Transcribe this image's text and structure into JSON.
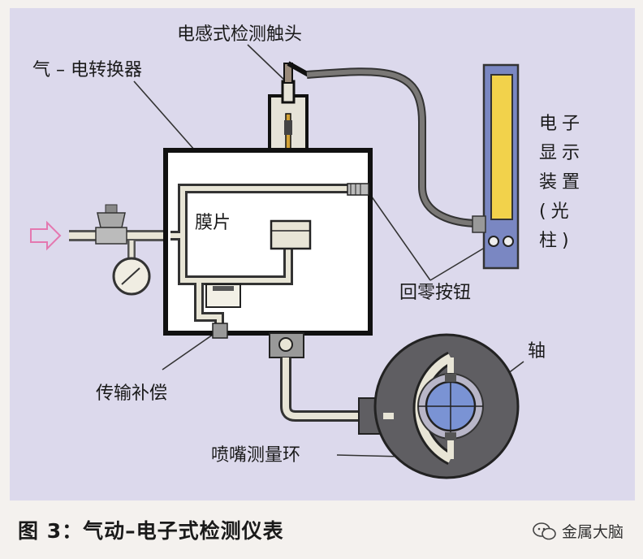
{
  "labels": {
    "sensor": "电感式检测触头",
    "converter": "气 – 电转换器",
    "display": "电子显示装置(光柱)",
    "membrane": "膜片",
    "zero_button": "回零按钮",
    "shaft": "轴",
    "compensation": "传输补偿",
    "nozzle_ring": "喷嘴测量环"
  },
  "caption": "图 3：气动–电子式检测仪表",
  "brand": "金属大脑",
  "colors": {
    "panel": "#dcd9ec",
    "pipe": "#e8e5d6",
    "display_bar": "#f2d24b",
    "ring": "#5f5e62",
    "arrow": "#e478b0"
  }
}
